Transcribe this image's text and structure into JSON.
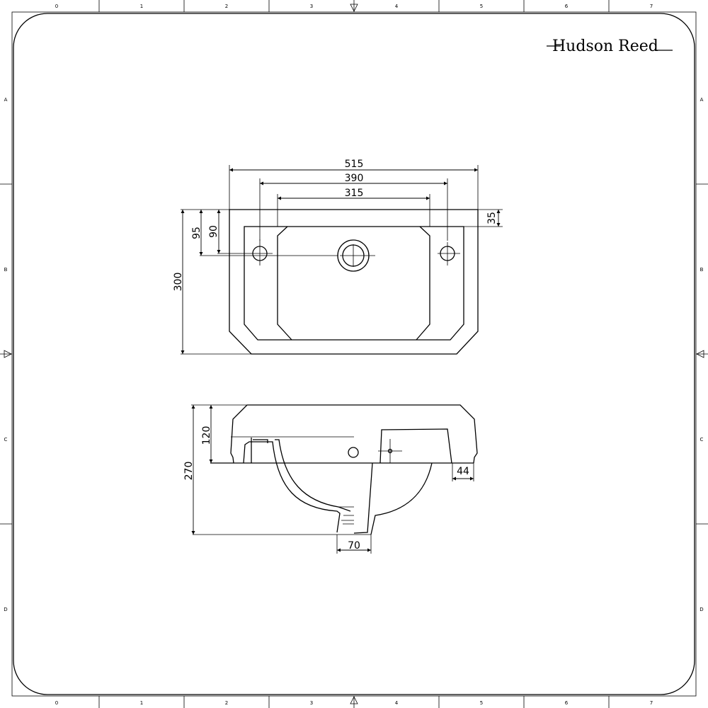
{
  "title_block": {
    "logo_text": "Hudson Reed"
  },
  "grid": {
    "columns": [
      "0",
      "1",
      "2",
      "3",
      "4",
      "5",
      "6",
      "7"
    ],
    "rows": [
      "A",
      "B",
      "C",
      "D"
    ]
  },
  "top_view": {
    "dimensions": {
      "overall_width": "515",
      "tap_centres": "390",
      "bowl_width": "315",
      "rim_offset": "35",
      "waste_offset": "95",
      "tap_offset": "90",
      "overall_depth": "300"
    }
  },
  "side_view": {
    "dimensions": {
      "overall_height": "270",
      "rim_height": "120",
      "ledge": "44",
      "waste_width": "70"
    }
  }
}
